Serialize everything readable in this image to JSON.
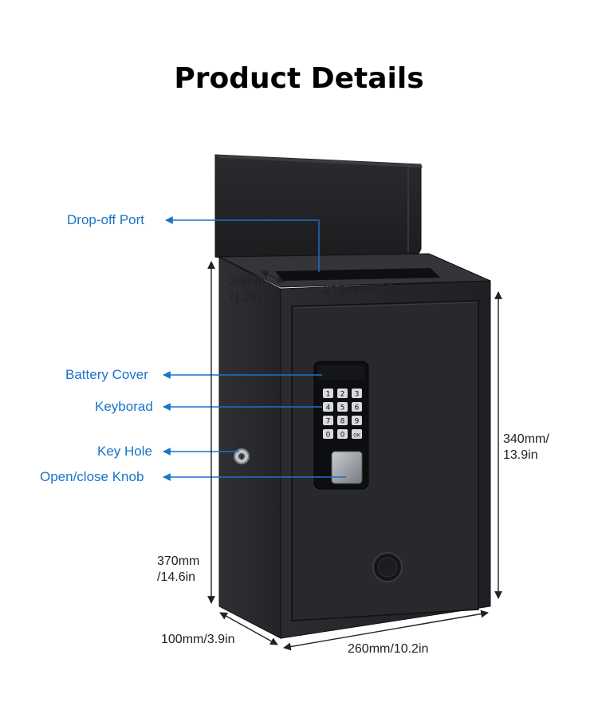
{
  "title": "Product Details",
  "colors": {
    "callout": "#1a73c8",
    "body": "#2b2d30",
    "edge": "#1a1b1d"
  },
  "callouts": [
    {
      "label": "Drop-off Port"
    },
    {
      "label": "Battery Cover"
    },
    {
      "label": "Keyborad"
    },
    {
      "label": "Key Hole"
    },
    {
      "label": "Open/close Knob"
    }
  ],
  "dimensions": {
    "slot_depth": [
      "30mm",
      "/1.2in"
    ],
    "slot_width": "210mm/8.3in",
    "door_height": [
      "340mm/",
      "13.9in"
    ],
    "total_height": [
      "370mm",
      "/14.6in"
    ],
    "depth": "100mm/3.9in",
    "width": "260mm/10.2in"
  },
  "keypad": {
    "keys": [
      "1",
      "2",
      "3",
      "4",
      "5",
      "6",
      "7",
      "8",
      "9",
      "0",
      "0",
      "OK"
    ]
  }
}
